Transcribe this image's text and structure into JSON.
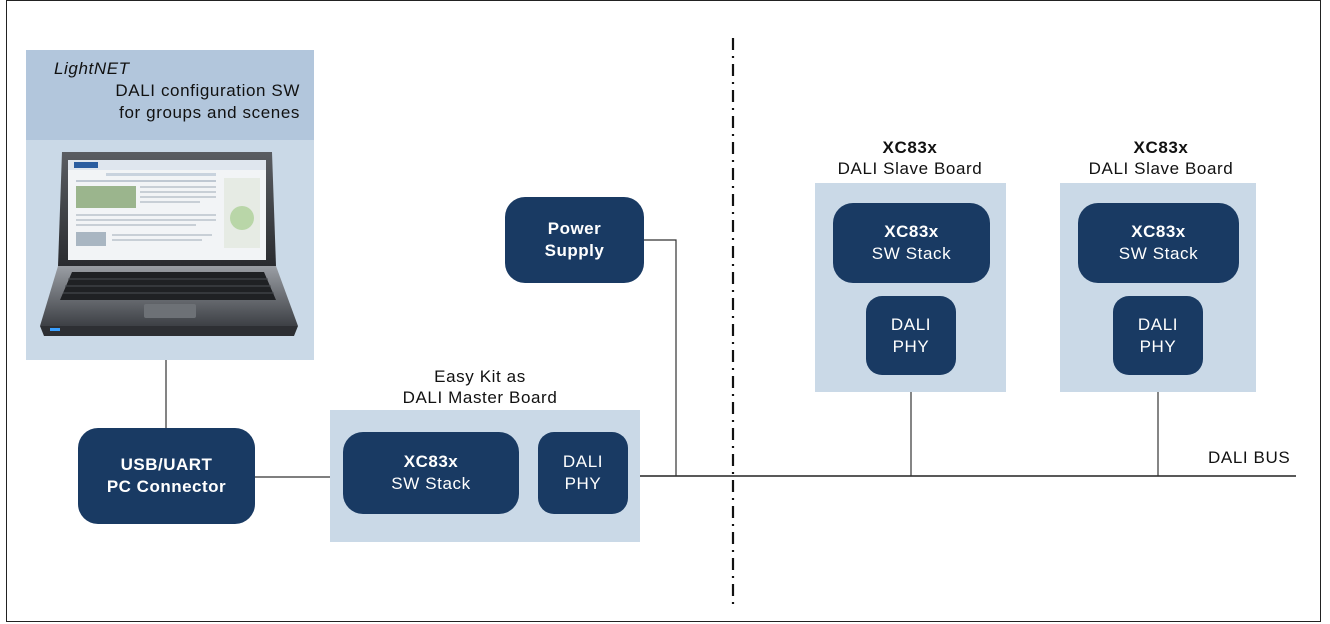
{
  "software": {
    "title": "LightNET",
    "line2": "DALI configuration SW",
    "line3": "for groups and scenes"
  },
  "usb": {
    "line1": "USB/UART",
    "line2": "PC Connector"
  },
  "power": {
    "line1": "Power",
    "line2": "Supply"
  },
  "master": {
    "label1": "Easy Kit as",
    "label2": "DALI Master Board",
    "stack_title": "XC83x",
    "stack_sub": "SW Stack",
    "phy1": "DALI",
    "phy2": "PHY"
  },
  "slave1": {
    "label1": "XC83x",
    "label2": "DALI Slave Board",
    "stack_title": "XC83x",
    "stack_sub": "SW Stack",
    "phy1": "DALI",
    "phy2": "PHY"
  },
  "slave2": {
    "label1": "XC83x",
    "label2": "DALI Slave Board",
    "stack_title": "XC83x",
    "stack_sub": "SW Stack",
    "phy1": "DALI",
    "phy2": "PHY"
  },
  "bus_label": "DALI BUS",
  "colors": {
    "navy": "#193a63",
    "panel": "#cad9e7",
    "panel_header": "#b2c6dc"
  },
  "icons": {
    "laptop": "laptop-icon"
  }
}
